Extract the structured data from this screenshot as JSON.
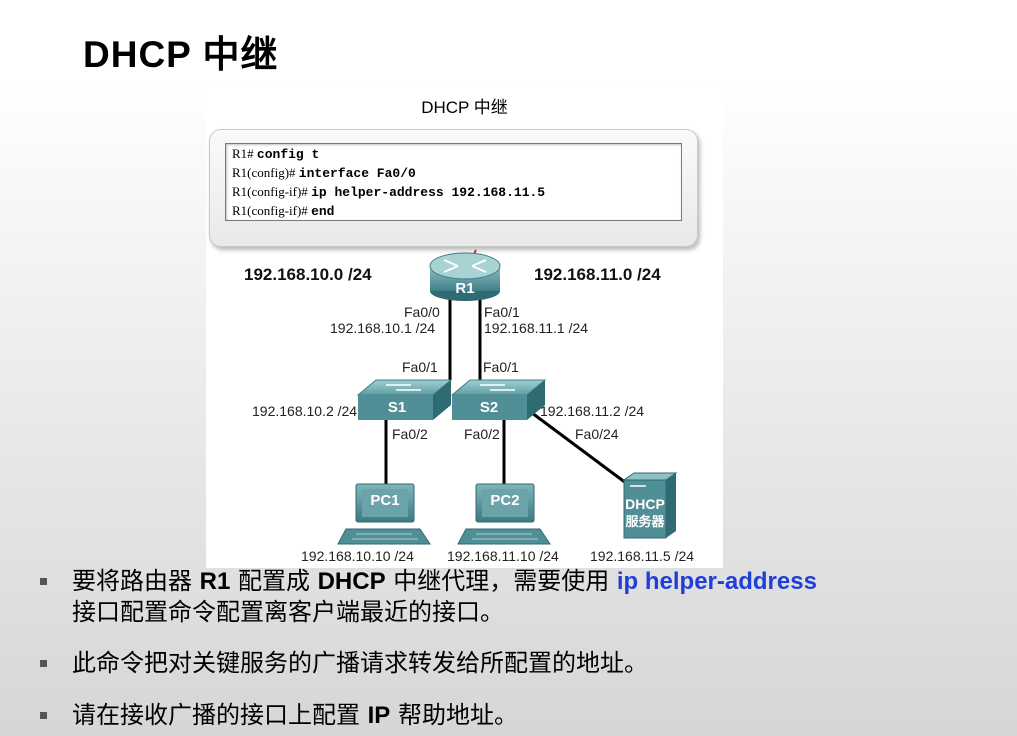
{
  "slide": {
    "title": "DHCP 中继"
  },
  "diagram": {
    "title": "DHCP 中继",
    "cli": [
      {
        "prompt": "R1#",
        "command": "config t"
      },
      {
        "prompt": "R1(config)#",
        "command": "interface Fa0/0"
      },
      {
        "prompt": "R1(config-if)#",
        "command": "ip helper-address 192.168.11.5"
      },
      {
        "prompt": "R1(config-if)#",
        "command": "end"
      }
    ],
    "networks": {
      "left": "192.168.10.0 /24",
      "right": "192.168.11.0 /24"
    },
    "devices": {
      "router": "R1",
      "switch1": "S1",
      "switch2": "S2",
      "pc1": "PC1",
      "pc2": "PC2",
      "server_line1": "DHCP",
      "server_line2": "服务器"
    },
    "labels": {
      "r1_fa00": "Fa0/0",
      "r1_fa00_ip": "192.168.10.1 /24",
      "r1_fa01": "Fa0/1",
      "r1_fa01_ip": "192.168.11.1 /24",
      "s1_fa01": "Fa0/1",
      "s2_fa01": "Fa0/1",
      "s1_ip": "192.168.10.2 /24",
      "s2_ip": "192.168.11.2 /24",
      "s1_fa02": "Fa0/2",
      "s2_fa02": "Fa0/2",
      "s2_fa024": "Fa0/24",
      "pc1_ip": "192.168.10.10 /24",
      "pc2_ip": "192.168.11.10 /24",
      "server_ip": "192.168.11.5 /24"
    }
  },
  "bullets": [
    {
      "pre": "要将路由器 ",
      "b1": "R1",
      "mid": " 配置成 ",
      "b2": "DHCP",
      "post": " 中继代理，需要使用 ",
      "hl": "ip helper-address",
      "line2": "接口配置命令配置离客户端最近的接口。"
    },
    {
      "text": "此命令把对关键服务的广播请求转发给所配置的地址。"
    },
    {
      "pre": "请在接收广播的接口上配置 ",
      "b1": "IP",
      "post": " 帮助地址。"
    }
  ],
  "colors": {
    "device": "#4f8f95",
    "device_dark": "#2f6b72",
    "highlight": "#1f3fd8",
    "link": "#000000"
  }
}
